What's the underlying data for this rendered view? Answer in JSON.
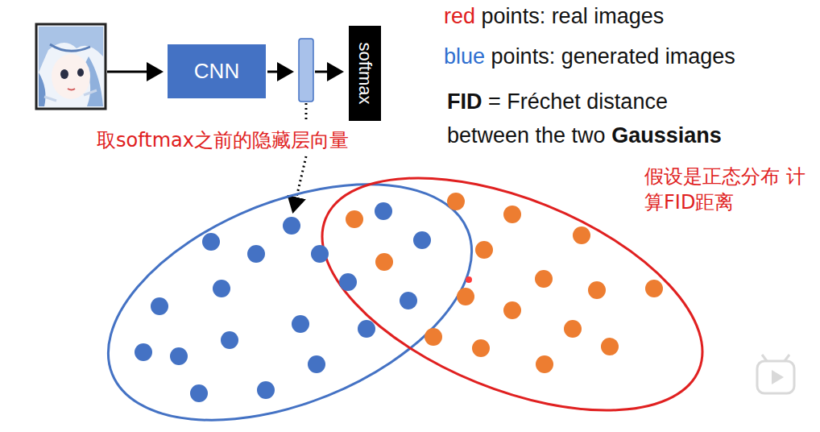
{
  "diagram": {
    "nodes": [
      {
        "text": [
          "CNN"
        ]
      },
      {
        "text": [
          "softmax"
        ]
      }
    ],
    "labels": [
      "red",
      "points: real images",
      "blue",
      "points: generated images",
      "FID",
      "= Fréchet distance",
      "between the two",
      "Gaussians",
      "取softmax之前的隐藏层向量",
      "假设是正态分布 计算FID距离"
    ]
  }
}
